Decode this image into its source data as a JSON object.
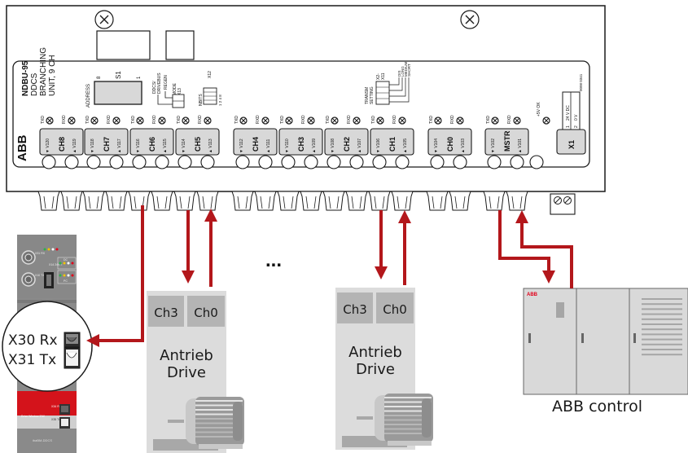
{
  "colors": {
    "signal": "#b3171b",
    "panel_outline": "#1a1a1a",
    "channel_fill": "#d8d8d8",
    "drive_body": "#dcdcdc",
    "drive_port": "#b4b4b4",
    "cabinet": "#d9d9d9",
    "abb_red": "#e2001a"
  },
  "unit": {
    "model": "NDBU-95",
    "desc_line1": "DDCS",
    "desc_line2": "BRANCHING",
    "desc_line3": "UNIT, 9 CH",
    "brand": "ABB",
    "doc_code": "0098 0341",
    "address_label": "ADDRESS",
    "switch_label": "S1",
    "switch_8": "8",
    "switch_1": "1",
    "mode_labels": [
      "DDCS/",
      "DRIVEBUS",
      "REGEN"
    ],
    "mode_connector": "MODE",
    "mode_x": "X13",
    "nbits_label": "NBITS",
    "x12_label": "X12",
    "x12_pins": "1 2 4 8",
    "transm_label1": "TRANSM",
    "transm_label2": "SETTING",
    "x2x11_label1": "X2-",
    "x2x11_label2": "X11",
    "transm_options": [
      "DIS",
      "LONG",
      "MEDIUM",
      "SHORT"
    ],
    "ok_led": "+5V OK",
    "txd": "TXD",
    "rxd": "RXD",
    "power_connector": "X1",
    "power_pin1": "1",
    "power_pin2": "2",
    "power_24v": "24 V DC",
    "power_0v": "0 V",
    "channels": [
      {
        "name": "CH8",
        "tx": "V120",
        "rx": "V119"
      },
      {
        "name": "CH7",
        "tx": "V118",
        "rx": "V117"
      },
      {
        "name": "CH6",
        "tx": "V116",
        "rx": "V115"
      },
      {
        "name": "CH5",
        "tx": "V114",
        "rx": "V113"
      },
      {
        "name": "CH4",
        "tx": "V112",
        "rx": "V111"
      },
      {
        "name": "CH3",
        "tx": "V110",
        "rx": "V109"
      },
      {
        "name": "CH2",
        "tx": "V108",
        "rx": "V107"
      },
      {
        "name": "CH1",
        "tx": "V106",
        "rx": "V105"
      },
      {
        "name": "CH0",
        "tx": "V104",
        "rx": "V103"
      },
      {
        "name": "MSTR",
        "tx": "V102",
        "rx": "V101"
      }
    ]
  },
  "ibabm": {
    "callout_rx": "X30 Rx",
    "callout_tx": "X31 Tx",
    "top_rx": "X31 RX",
    "top_tx": "X10 TX",
    "x14": "X14 24V =",
    "dc": "DC",
    "pc": "PC",
    "drive_window": "Drive Window 2/W",
    "x34": "X34 Rx",
    "x35": "X35 Tx",
    "product": "ibaBM-DDCS"
  },
  "drives": [
    {
      "port_left": "Ch3",
      "port_right": "Ch0",
      "label1": "Antrieb",
      "label2": "Drive"
    },
    {
      "port_left": "Ch3",
      "port_right": "Ch0",
      "label1": "Antrieb",
      "label2": "Drive"
    }
  ],
  "ellipsis": "...",
  "controller": {
    "brand": "ABB",
    "label": "ABB control"
  }
}
